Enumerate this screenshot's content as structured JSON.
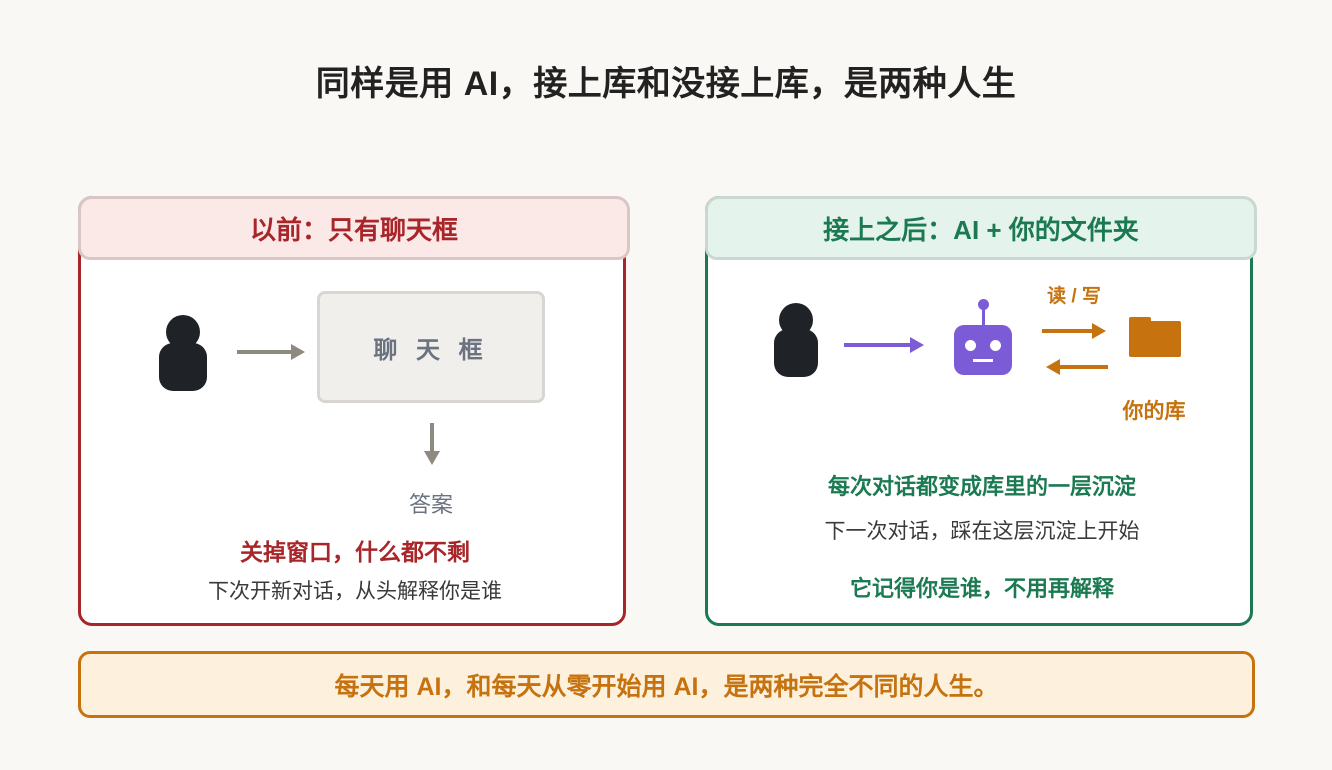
{
  "title": "同样是用 AI，接上库和没接上库，是两种人生",
  "left_panel": {
    "header": "以前：只有聊天框",
    "chatbox_label": "聊 天 框",
    "answer_label": "答案",
    "bold_line": "关掉窗口，什么都不剩",
    "sub_line": "下次开新对话，从头解释你是谁",
    "colors": {
      "accent": "#a8262a",
      "header_bg": "#fbe9e8",
      "arrow": "#8f8a80"
    }
  },
  "right_panel": {
    "header": "接上之后：AI + 你的文件夹",
    "rw_label": "读 / 写",
    "library_label": "你的库",
    "bold_line": "每次对话都变成库里的一层沉淀",
    "sub_line": "下一次对话，踩在这层沉淀上开始",
    "bold_line_2": "它记得你是谁，不用再解释",
    "colors": {
      "accent": "#1b7a52",
      "header_bg": "#e4f3ec",
      "robot": "#7b5cd6",
      "folder": "#c6720f"
    }
  },
  "icons": [
    "person-icon",
    "robot-icon",
    "folder-icon",
    "arrow-right-icon",
    "arrow-down-icon",
    "two-way-arrow-icon"
  ],
  "footer": "每天用 AI，和每天从零开始用 AI，是两种完全不同的人生。"
}
